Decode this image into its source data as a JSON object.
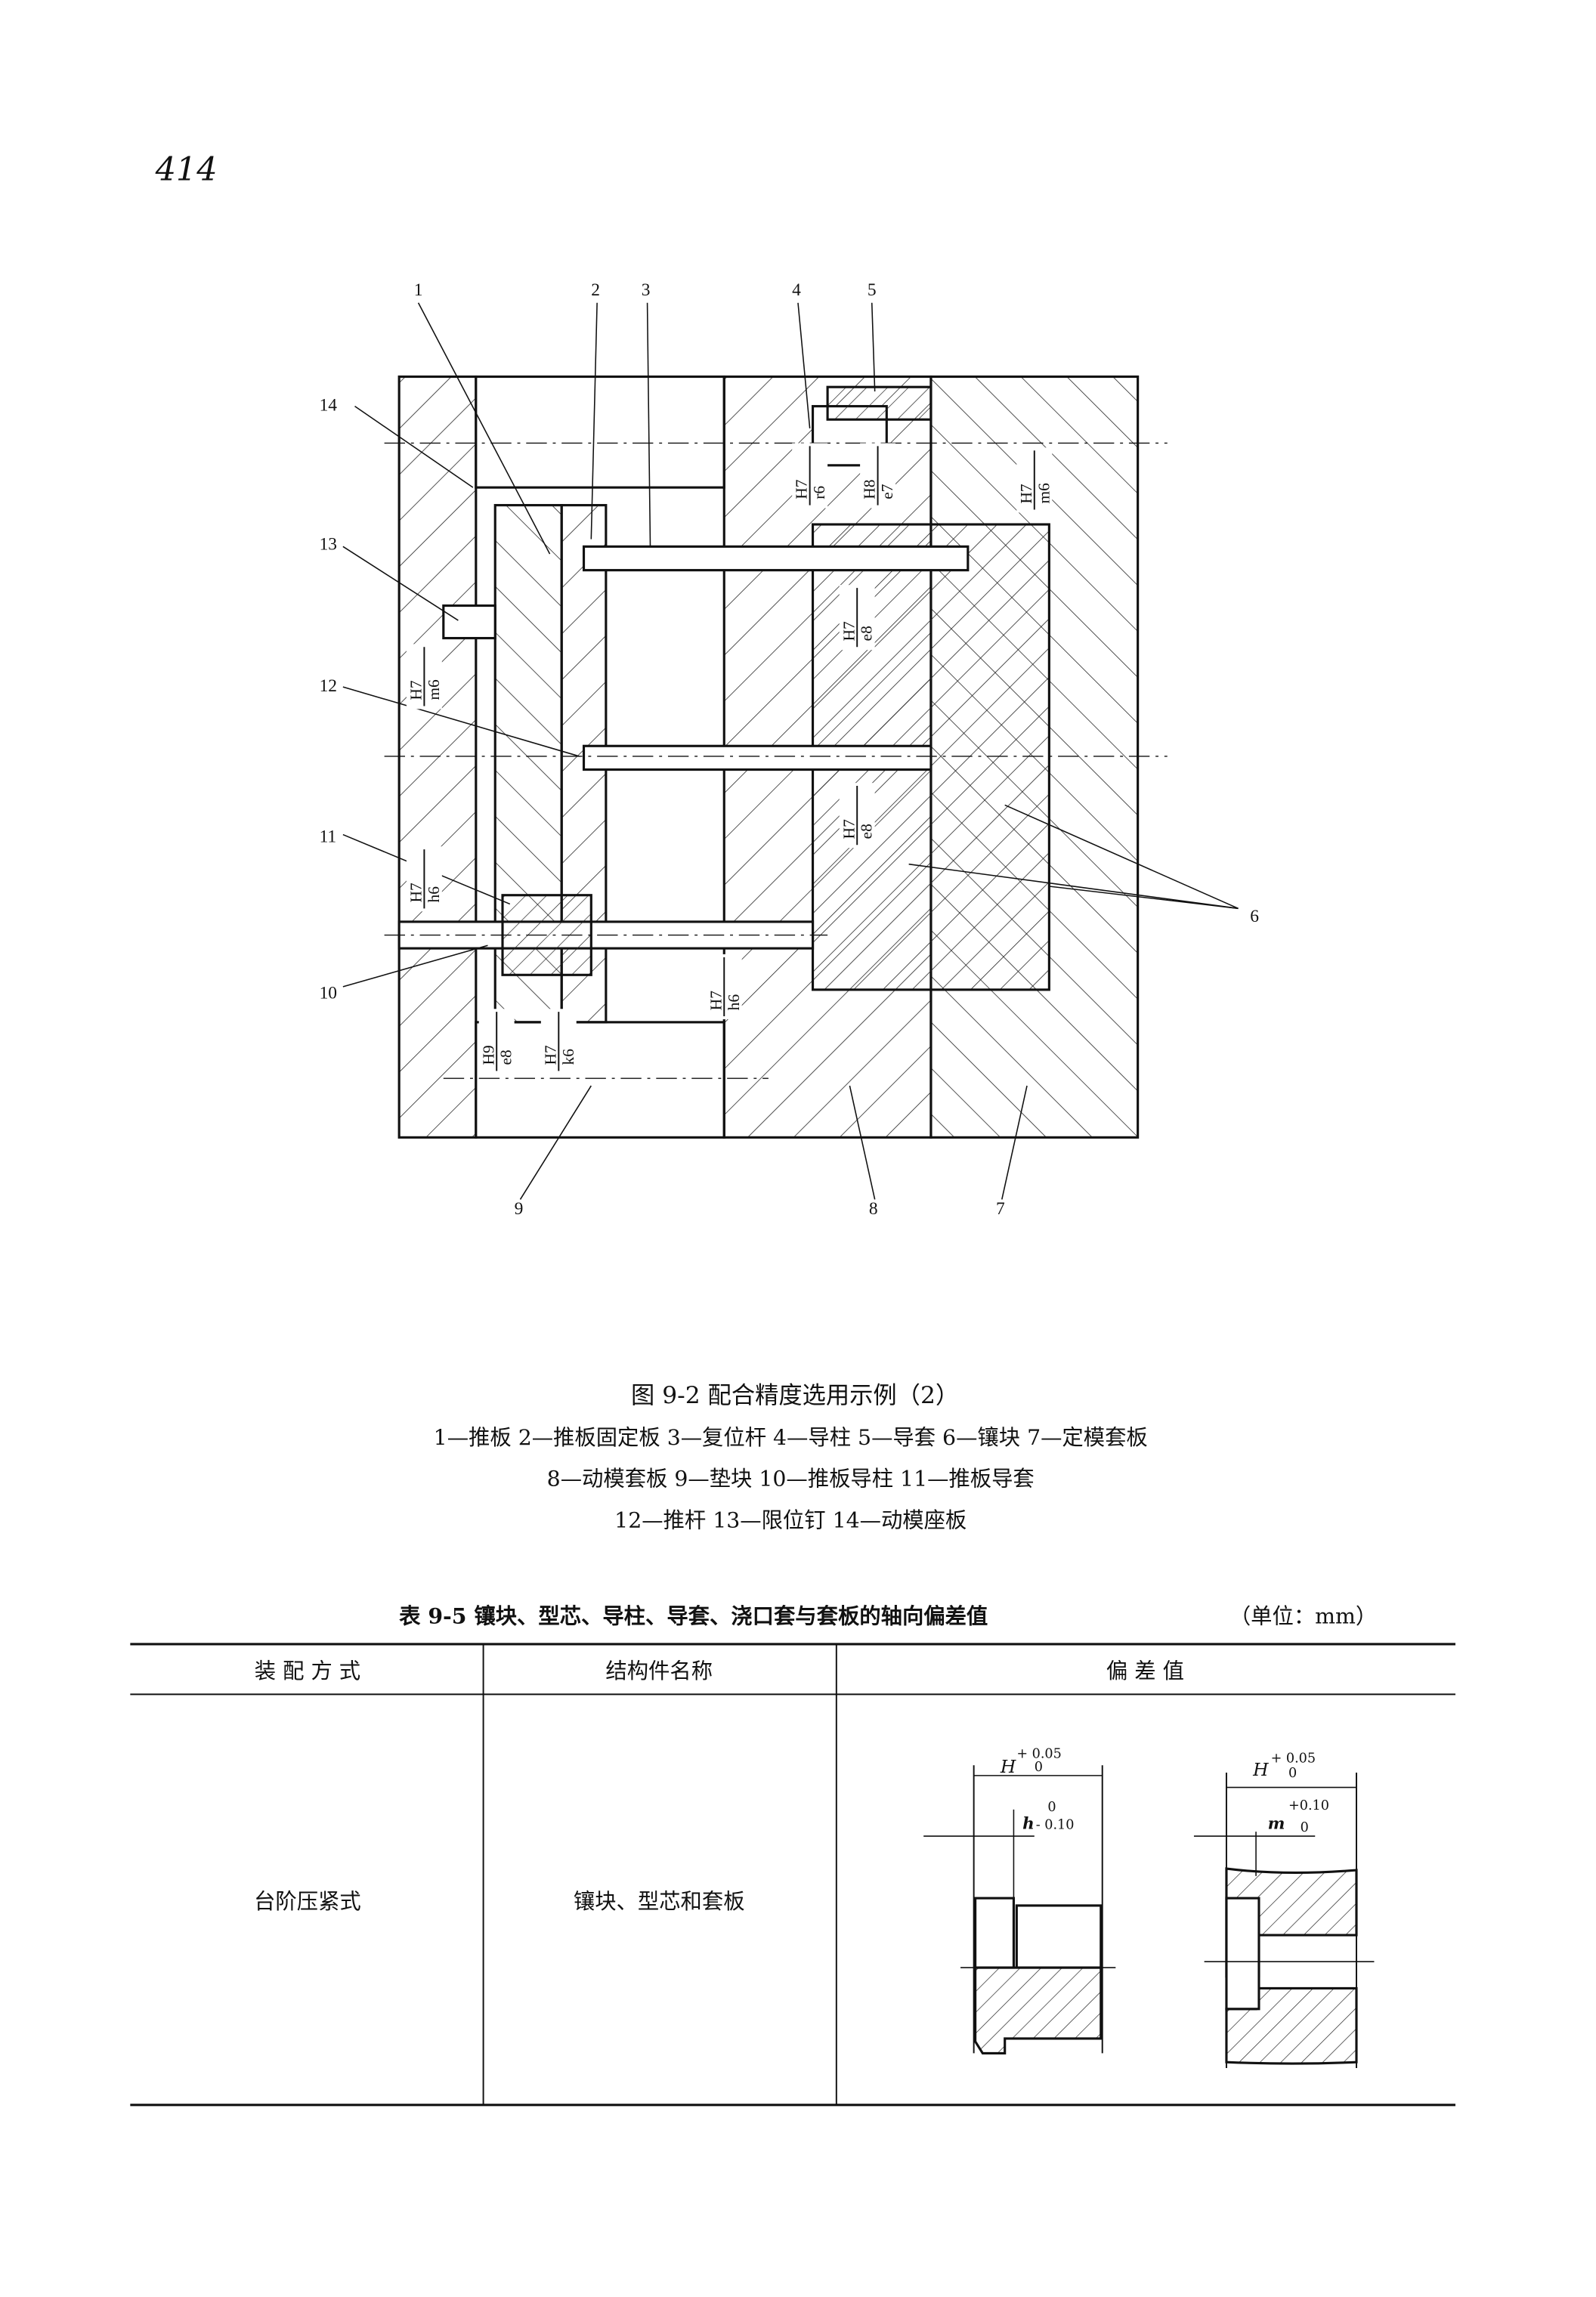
{
  "page_number": "414",
  "figure": {
    "part_numbers": [
      "1",
      "2",
      "3",
      "4",
      "5",
      "6",
      "7",
      "8",
      "9",
      "10",
      "11",
      "12",
      "13",
      "14"
    ],
    "fits": [
      {
        "hole": "H7",
        "shaft": "r6"
      },
      {
        "hole": "H8",
        "shaft": "e7"
      },
      {
        "hole": "H7",
        "shaft": "m6"
      },
      {
        "hole": "H7",
        "shaft": "e8"
      },
      {
        "hole": "H7",
        "shaft": "m6"
      },
      {
        "hole": "H7",
        "shaft": "e8"
      },
      {
        "hole": "H7",
        "shaft": "h6"
      },
      {
        "hole": "H7",
        "shaft": "h6"
      },
      {
        "hole": "H9",
        "shaft": "e8"
      },
      {
        "hole": "H7",
        "shaft": "k6"
      }
    ],
    "caption": "图 9-2   配合精度选用示例（2）",
    "legend_lines": [
      "1—推板   2—推板固定板   3—复位杆   4—导柱   5—导套   6—镶块   7—定模套板",
      "8—动模套板   9—垫块   10—推板导柱   11—推板导套",
      "12—推杆   13—限位钉   14—动模座板"
    ]
  },
  "table": {
    "title": "表 9-5   镶块、型芯、导柱、导套、浇口套与套板的轴向偏差值",
    "unit": "（单位：mm）",
    "headers": [
      "装 配 方 式",
      "结构件名称",
      "偏   差   值"
    ],
    "rows": [
      {
        "method": "台阶压紧式",
        "component": "镶块、型芯和套板"
      }
    ],
    "diagram_labels": {
      "left": {
        "H": "H",
        "H_upper": "+ 0.05",
        "H_lower": "0",
        "h": "h",
        "h_upper": "0",
        "h_lower": "- 0.10"
      },
      "right": {
        "H": "H",
        "H_upper": "+ 0.05",
        "H_lower": "0",
        "m": "m",
        "m_upper": "+0.10",
        "m_lower": "0"
      }
    }
  }
}
